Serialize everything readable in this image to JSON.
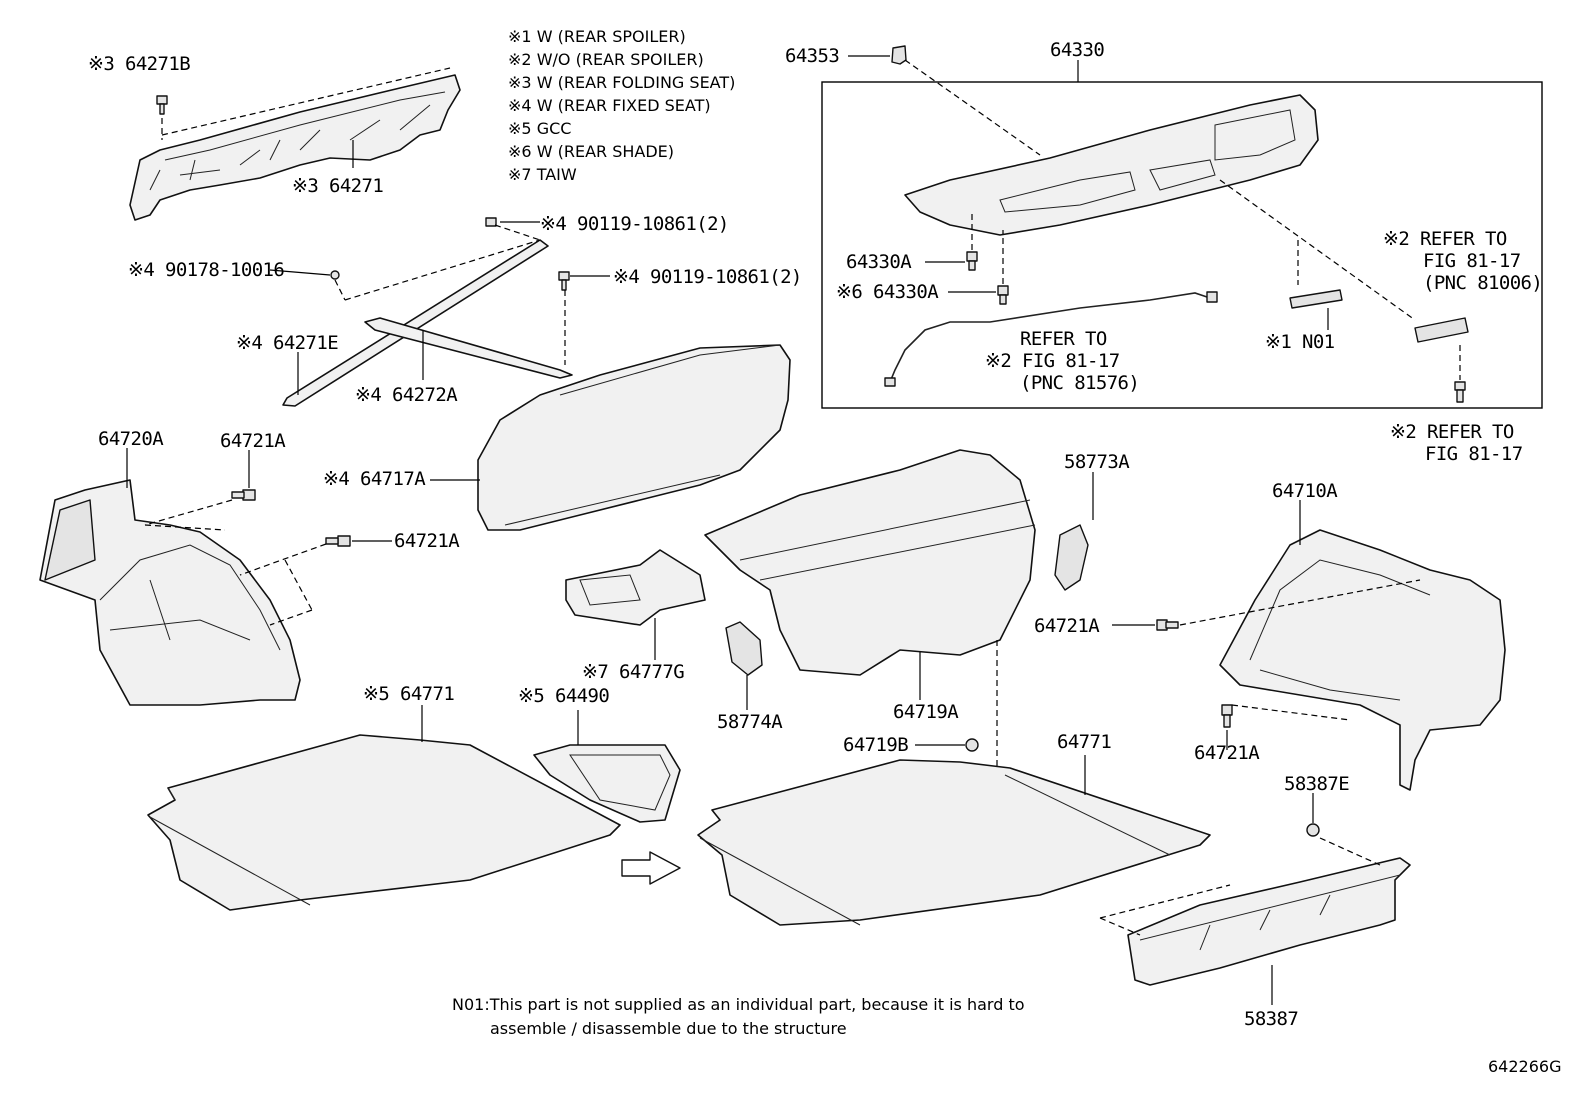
{
  "legend": [
    {
      "mark": "※1",
      "text": "W (REAR SPOILER)"
    },
    {
      "mark": "※2",
      "text": "W/O (REAR SPOILER)"
    },
    {
      "mark": "※3",
      "text": "W (REAR FOLDING SEAT)"
    },
    {
      "mark": "※4",
      "text": "W (REAR FIXED SEAT)"
    },
    {
      "mark": "※5",
      "text": "GCC"
    },
    {
      "mark": "※6",
      "text": "W (REAR SHADE)"
    },
    {
      "mark": "※7",
      "text": "TAIW"
    }
  ],
  "callouts": {
    "c64271B": "※3 64271B",
    "c64271": "※3 64271",
    "c90119a": "※4  90119-10861(2)",
    "c90178": "※4  90178-10016",
    "c90119b": "※4  90119-10861(2)",
    "c64271E": "※4 64271E",
    "c64272A": "※4 64272A",
    "c64720A": "64720A",
    "c64721A_1": "64721A",
    "c64721A_2": "64721A",
    "c64717A": "※4 64717A",
    "c64353": "64353",
    "c64330": "64330",
    "c64330A_1": "64330A",
    "c64330A_2": "※6 64330A",
    "cRefer2_l1": "REFER TO",
    "cRefer2_l2": "※2 FIG 81-17",
    "cRefer2_l3": "(PNC 81576)",
    "cN01": "※1 N01",
    "cRefer1_l1": "※2 REFER TO",
    "cRefer1_l2": "FIG 81-17",
    "cRefer1_l3": "(PNC 81006)",
    "cRefer3_l1": "※2 REFER TO",
    "cRefer3_l2": "FIG 81-17",
    "c58773A": "58773A",
    "c64710A": "64710A",
    "c64721A_3": "64721A",
    "c64721A_4": "64721A",
    "c64777G": "※7 64777G",
    "c64771_1": "※5 64771",
    "c64490": "※5 64490",
    "c58774A": "58774A",
    "c64719A": "64719A",
    "c64719B": "64719B",
    "c64771_2": "64771",
    "c58387E": "58387E",
    "c58387": "58387"
  },
  "footnote": {
    "line1": "N01:This part is not supplied as an individual part, because it is hard to",
    "line2": "assemble / disassemble due to the structure"
  },
  "diagram_id": "642266G"
}
